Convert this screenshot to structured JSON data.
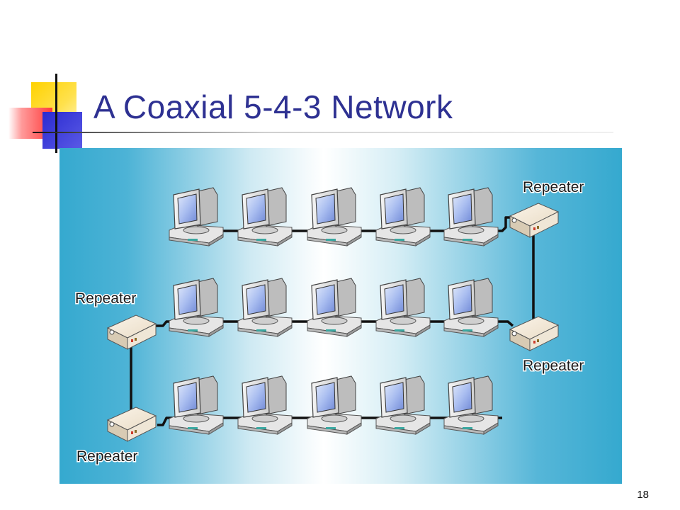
{
  "slide": {
    "title": "A Coaxial 5-4-3 Network",
    "page_number": "18"
  },
  "diagram": {
    "repeaters": [
      {
        "label": "Repeater"
      },
      {
        "label": "Repeater"
      },
      {
        "label": "Repeater"
      },
      {
        "label": "Repeater"
      }
    ],
    "segments": [
      {
        "computers": 5
      },
      {
        "computers": 5
      },
      {
        "computers": 5
      }
    ],
    "colors": {
      "background_edge": "#35a9cf",
      "background_center": "#ffffff",
      "cable": "#111111",
      "title": "#2e3192"
    }
  }
}
